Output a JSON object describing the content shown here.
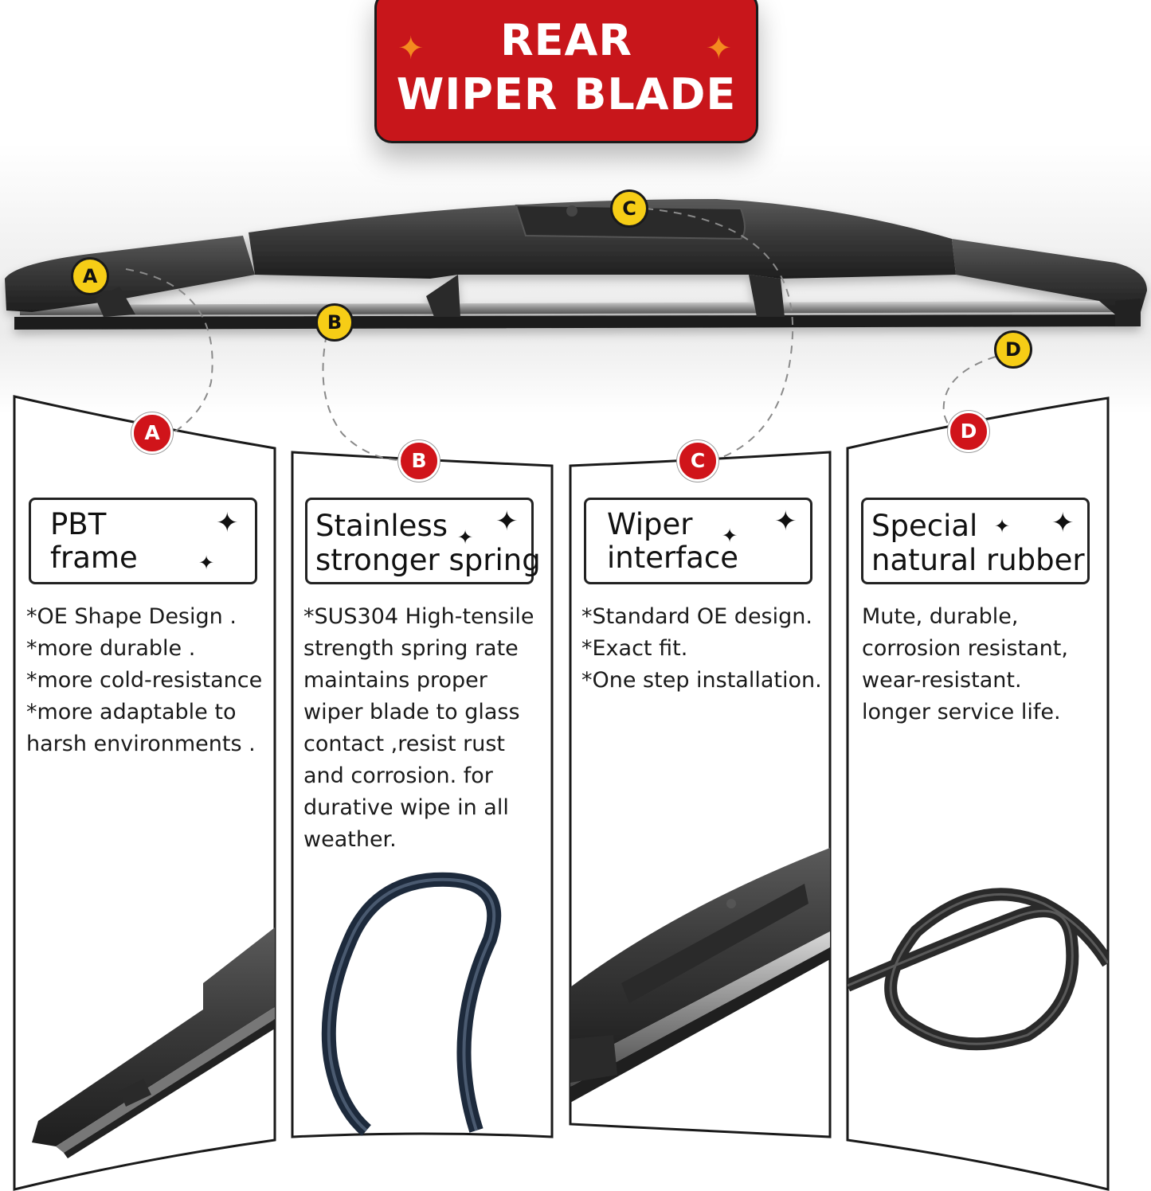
{
  "header": {
    "line1": "REAR",
    "line2": "WIPER BLADE",
    "background_color": "#c8161b",
    "spark_color": "#f48a1f",
    "spark_icon": "four-point-star"
  },
  "hero": {
    "description": "rear wiper blade product image with callout markers",
    "markers": [
      "A",
      "B",
      "C",
      "D"
    ],
    "marker_color": "#f6cd16"
  },
  "panels": [
    {
      "marker": "A",
      "feature_lines": [
        "PBT",
        "frame"
      ],
      "description": [
        "*OE Shape Design .",
        "*more durable .",
        "*more cold-resistance",
        "*more adaptable to",
        "harsh environments ."
      ],
      "image": "wiper blade end close-up"
    },
    {
      "marker": "B",
      "feature_lines": [
        "Stainless",
        "stronger spring"
      ],
      "description": [
        "*SUS304 High-tensile",
        "strength spring rate",
        "maintains proper",
        "wiper blade to glass",
        "contact ,resist rust",
        "and corrosion. for",
        "durative wipe in all",
        "weather."
      ],
      "image": "stainless spring strip loop"
    },
    {
      "marker": "C",
      "feature_lines": [
        "Wiper",
        "interface"
      ],
      "description": [
        "*Standard OE design.",
        "*Exact fit.",
        "*One step installation."
      ],
      "image": "wiper arm interface close-up"
    },
    {
      "marker": "D",
      "feature_lines": [
        "Special",
        "natural rubber"
      ],
      "description": [
        "Mute, durable,",
        "corrosion resistant,",
        "wear-resistant.",
        "longer service life."
      ],
      "image": "rubber refill strip loop"
    }
  ],
  "colors": {
    "red_marker": "#d0141a",
    "blade": "#3a3a3a"
  }
}
